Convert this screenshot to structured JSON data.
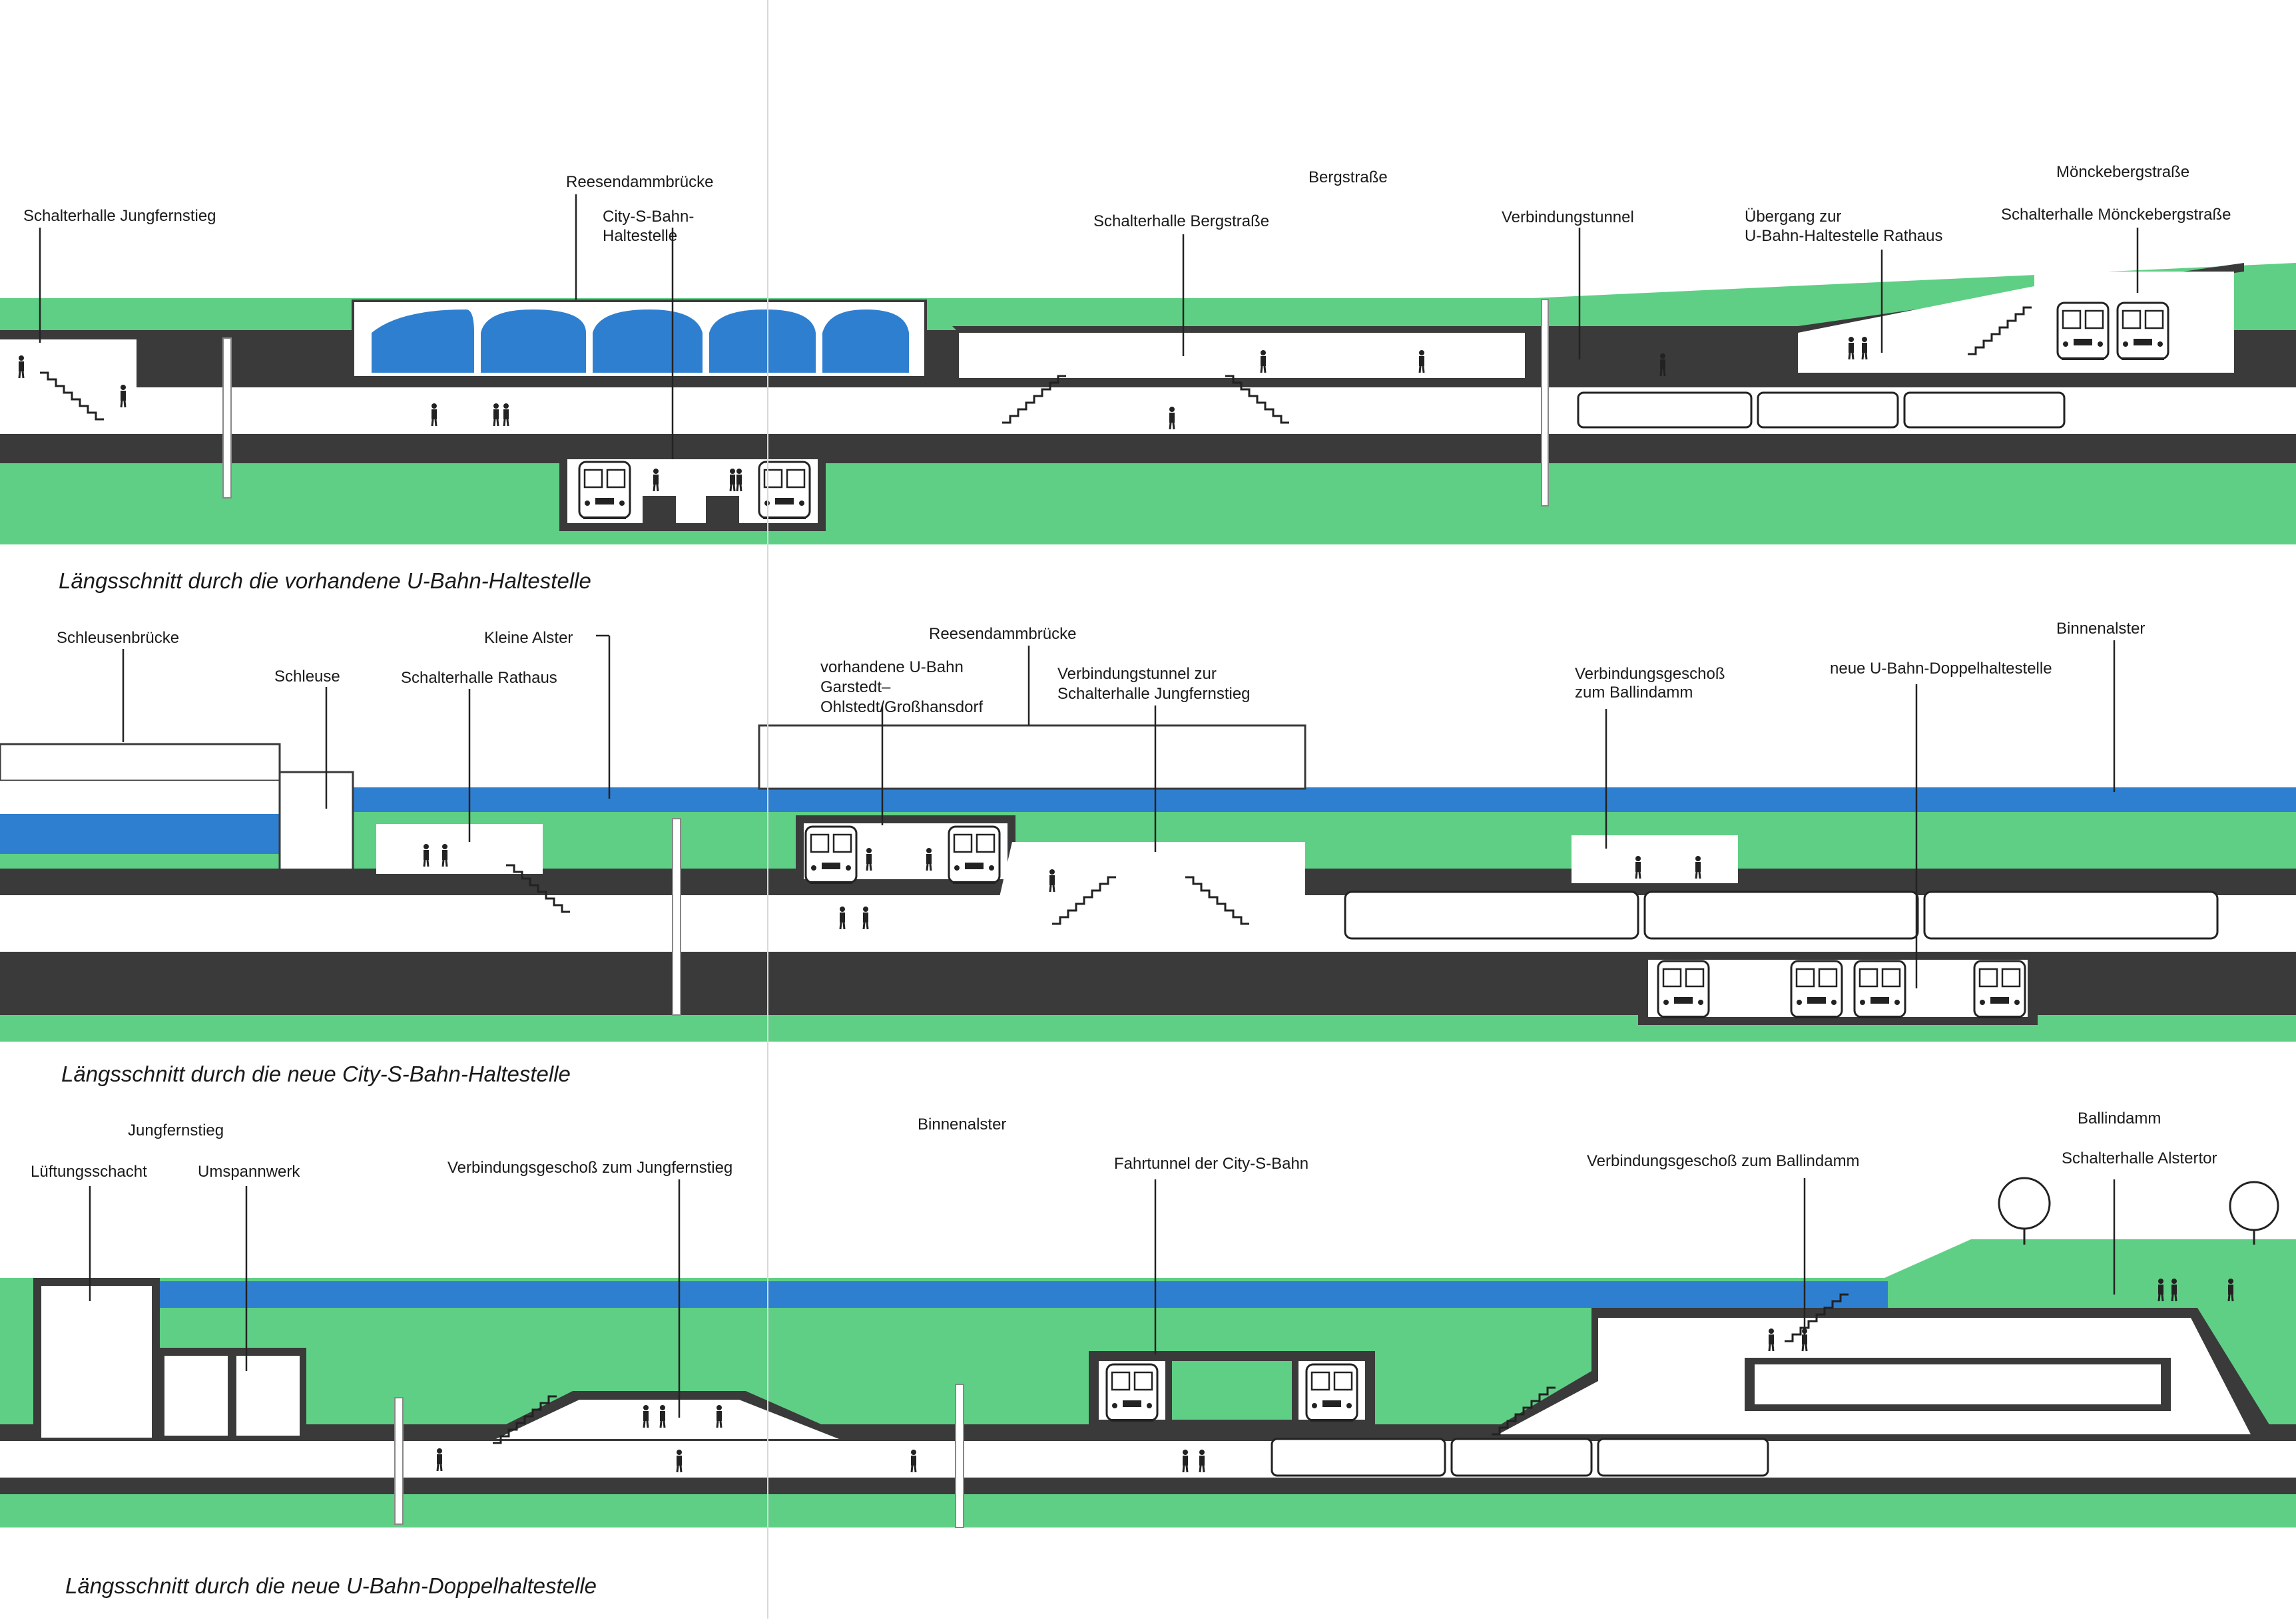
{
  "colors": {
    "ground": "#5fcf85",
    "water": "#2f7fd0",
    "concrete": "#3a3a3a",
    "interior": "#ffffff",
    "paper": "#ffffff"
  },
  "sections": [
    {
      "caption": "Längsschnitt durch die vorhandene U-Bahn-Haltestelle",
      "labels": {
        "jungfernstieg_hall": "Schalterhalle Jungfernstieg",
        "reesendamm": "Reesendammbrücke",
        "city_sbahn_1": "City-S-Bahn-",
        "city_sbahn_2": "Haltestelle",
        "bergstrasse": "Bergstraße",
        "bergstrasse_hall": "Schalterhalle Bergstraße",
        "verbindungstunnel": "Verbindungstunnel",
        "uebergang_1": "Übergang zur",
        "uebergang_2": "U-Bahn-Haltestelle Rathaus",
        "moenckeberg": "Mönckebergstraße",
        "moenckeberg_hall": "Schalterhalle Mönckebergstraße"
      }
    },
    {
      "caption": "Längsschnitt durch die neue City-S-Bahn-Haltestelle",
      "labels": {
        "schleusenbruecke": "Schleusenbrücke",
        "schleuse": "Schleuse",
        "kleine_alster": "Kleine Alster",
        "rathaus_hall": "Schalterhalle Rathaus",
        "reesendamm": "Reesendammbrücke",
        "vorhandene_1": "vorhandene U-Bahn",
        "vorhandene_2": "Garstedt–",
        "vorhandene_3": "Ohlstedt/Großhansdorf",
        "verb_tunnel_1": "Verbindungstunnel zur",
        "verb_tunnel_2": "Schalterhalle Jungfernstieg",
        "verb_geschoss_1": "Verbindungsgeschoß",
        "verb_geschoss_2": "zum Ballindamm",
        "binnenalster": "Binnenalster",
        "doppel": "neue U-Bahn-Doppelhaltestelle"
      }
    },
    {
      "caption": "Längsschnitt durch die neue U-Bahn-Doppelhaltestelle",
      "labels": {
        "jungfernstieg": "Jungfernstieg",
        "lueftung": "Lüftungsschacht",
        "umspannwerk": "Umspannwerk",
        "verb_jungfernstieg": "Verbindungsgeschoß zum Jungfernstieg",
        "binnenalster": "Binnenalster",
        "fahrtunnel": "Fahrtunnel der City-S-Bahn",
        "verb_ballindamm": "Verbindungsgeschoß zum Ballindamm",
        "ballindamm": "Ballindamm",
        "alstertor_hall": "Schalterhalle Alstertor"
      }
    }
  ]
}
